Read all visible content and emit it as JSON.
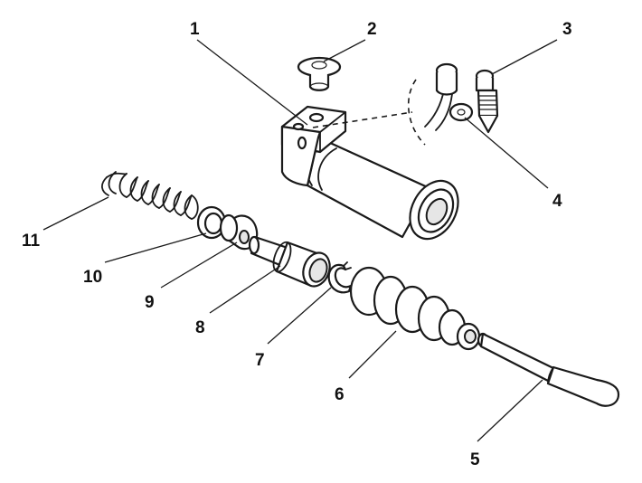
{
  "callouts": [
    "1",
    "2",
    "3",
    "4",
    "5",
    "6",
    "7",
    "8",
    "9",
    "10",
    "11"
  ],
  "colors": {
    "ink": "#1a1a1a",
    "paper": "#ffffff",
    "shade": "#e6e6e6"
  }
}
